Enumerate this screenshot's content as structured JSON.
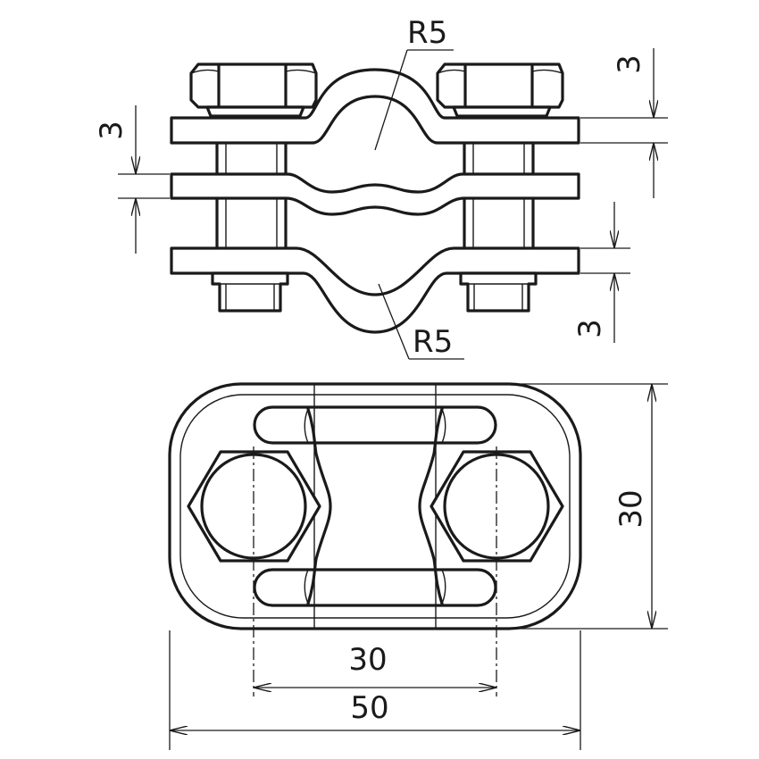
{
  "drawing": {
    "labels": {
      "radius_top": "R5",
      "radius_bottom": "R5",
      "thickness_left": "3",
      "thickness_top_right": "3",
      "thickness_bottom_right": "3",
      "height": "30",
      "bolt_spacing": "30",
      "overall_width": "50"
    },
    "line_color": "#1a1a1a",
    "background": "#ffffff"
  }
}
